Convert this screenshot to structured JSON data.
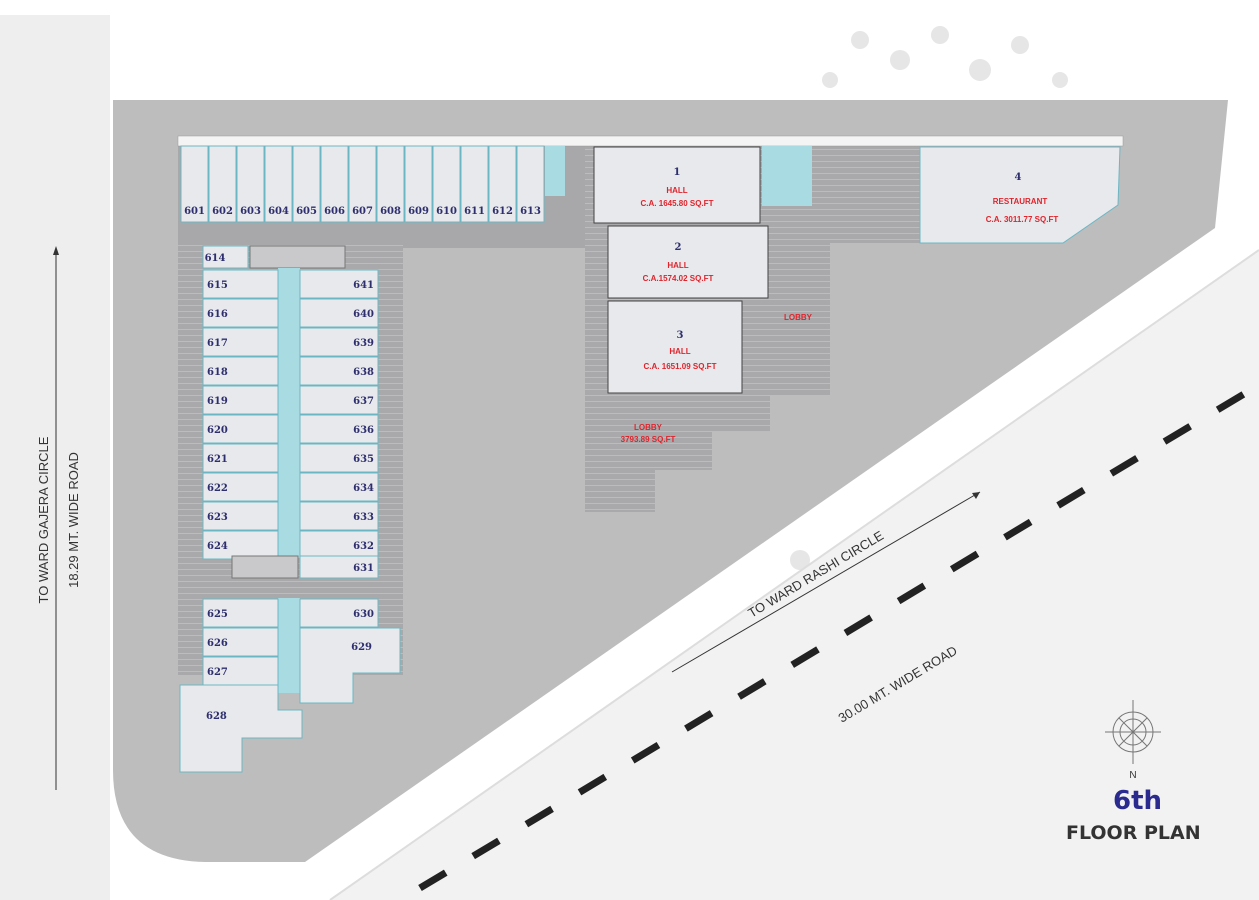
{
  "title": {
    "floor": "6th",
    "label": "FLOOR PLAN"
  },
  "roads": {
    "left_direction": "TO WARD GAJERA CIRCLE",
    "left_width": "18.29 MT. WIDE ROAD",
    "main_direction": "TO WARD RASHI CIRCLE",
    "main_width": "30.00 MT. WIDE ROAD"
  },
  "compass": {
    "north": "N"
  },
  "halls": [
    {
      "number": "1",
      "name": "HALL",
      "area": "C.A. 1645.80 SQ.FT"
    },
    {
      "number": "2",
      "name": "HALL",
      "area": "C.A.1574.02 SQ.FT"
    },
    {
      "number": "3",
      "name": "HALL",
      "area": "C.A. 1651.09 SQ.FT"
    },
    {
      "number": "4",
      "name": "RESTAURANT",
      "area": "C.A. 3011.77 SQ.FT"
    }
  ],
  "lobbies": [
    {
      "name": "LOBBY"
    },
    {
      "name": "LOBBY",
      "area": "3793.89 SQ.FT"
    }
  ],
  "units": {
    "top_row": [
      "601",
      "602",
      "603",
      "604",
      "605",
      "606",
      "607",
      "608",
      "609",
      "610",
      "611",
      "612",
      "613"
    ],
    "block_top": "614",
    "left_column": [
      "615",
      "616",
      "617",
      "618",
      "619",
      "620",
      "621",
      "622",
      "623",
      "624"
    ],
    "right_column": [
      "641",
      "640",
      "639",
      "638",
      "637",
      "636",
      "635",
      "634",
      "633",
      "632"
    ],
    "block_bottom": "631",
    "lower_left": [
      "625",
      "626",
      "627"
    ],
    "lower_right": "630",
    "corner_right": "629",
    "corner_left": "628"
  }
}
